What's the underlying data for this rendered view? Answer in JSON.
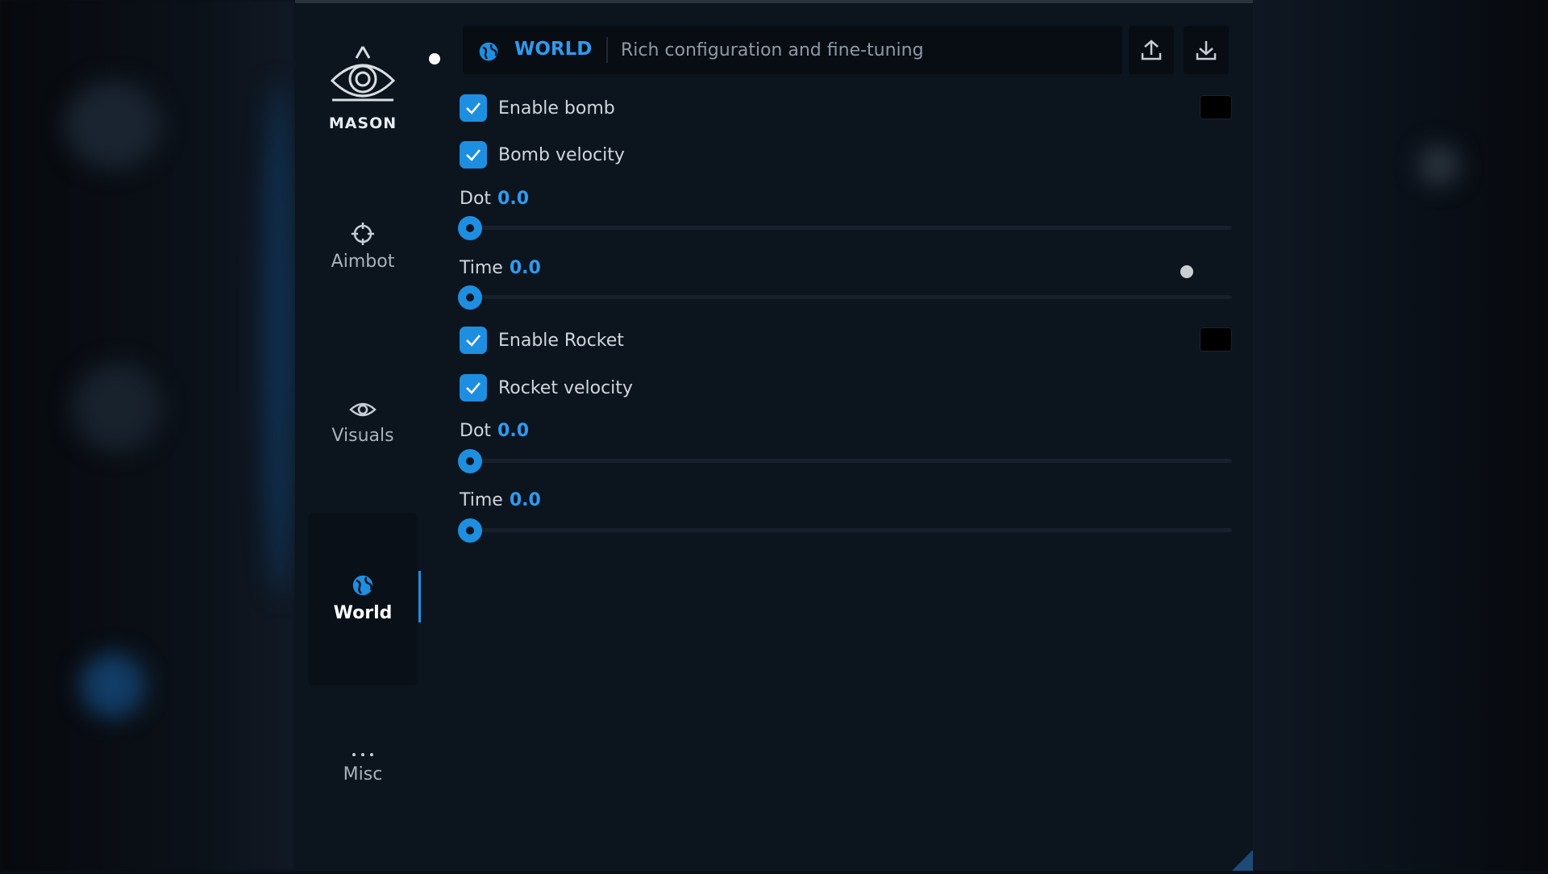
{
  "brand": {
    "name": "MASON",
    "logo_icon": "eye-pyramid-icon"
  },
  "nav": {
    "items": [
      {
        "label": "Aimbot",
        "icon": "crosshair-icon",
        "active": false
      },
      {
        "label": "Visuals",
        "icon": "eye-icon",
        "active": false
      },
      {
        "label": "World",
        "icon": "globe-icon",
        "active": true
      },
      {
        "label": "Misc",
        "icon": "ellipsis-icon",
        "active": false
      }
    ]
  },
  "header": {
    "title": "WORLD",
    "subtitle": "Rich configuration and fine-tuning",
    "export_icon": "upload-icon",
    "import_icon": "download-icon"
  },
  "bomb": {
    "enable_label": "Enable bomb",
    "enable_checked": true,
    "velocity_label": "Bomb velocity",
    "velocity_checked": true,
    "dot": {
      "label": "Dot",
      "value": "0.0",
      "fraction": 0.0
    },
    "time": {
      "label": "Time",
      "value": "0.0",
      "fraction": 0.0
    },
    "color": "#000000"
  },
  "rocket": {
    "enable_label": "Enable Rocket",
    "enable_checked": true,
    "velocity_label": "Rocket velocity",
    "velocity_checked": true,
    "dot": {
      "label": "Dot",
      "value": "0.0",
      "fraction": 0.0
    },
    "time": {
      "label": "Time",
      "value": "0.0",
      "fraction": 0.0
    },
    "color": "#000000"
  },
  "colors": {
    "accent": "#1e8fe0",
    "panel_bg": "#0c141e",
    "text": "#d0d6dc"
  }
}
